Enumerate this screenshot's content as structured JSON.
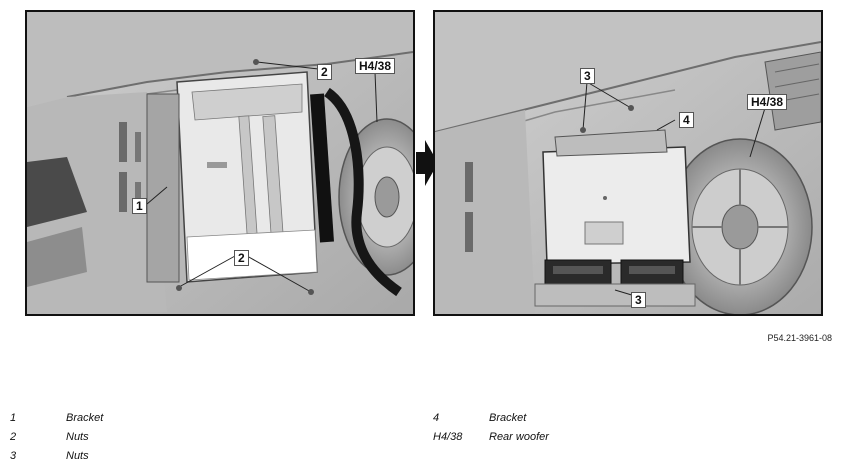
{
  "figure": {
    "reference": "P54.21-3961-08",
    "left_callouts": {
      "bracket": "1",
      "nuts_top": "2",
      "nuts_bottom": "2",
      "woofer": "H4/38"
    },
    "right_callouts": {
      "nuts_top": "3",
      "nuts_bottom": "3",
      "bracket": "4",
      "woofer": "H4/38"
    }
  },
  "legend": {
    "left": [
      {
        "key": "1",
        "description": "Bracket"
      },
      {
        "key": "2",
        "description": "Nuts"
      },
      {
        "key": "3",
        "description": "Nuts"
      }
    ],
    "right": [
      {
        "key": "4",
        "description": "Bracket"
      },
      {
        "key": "H4/38",
        "description": "Rear woofer"
      }
    ]
  }
}
